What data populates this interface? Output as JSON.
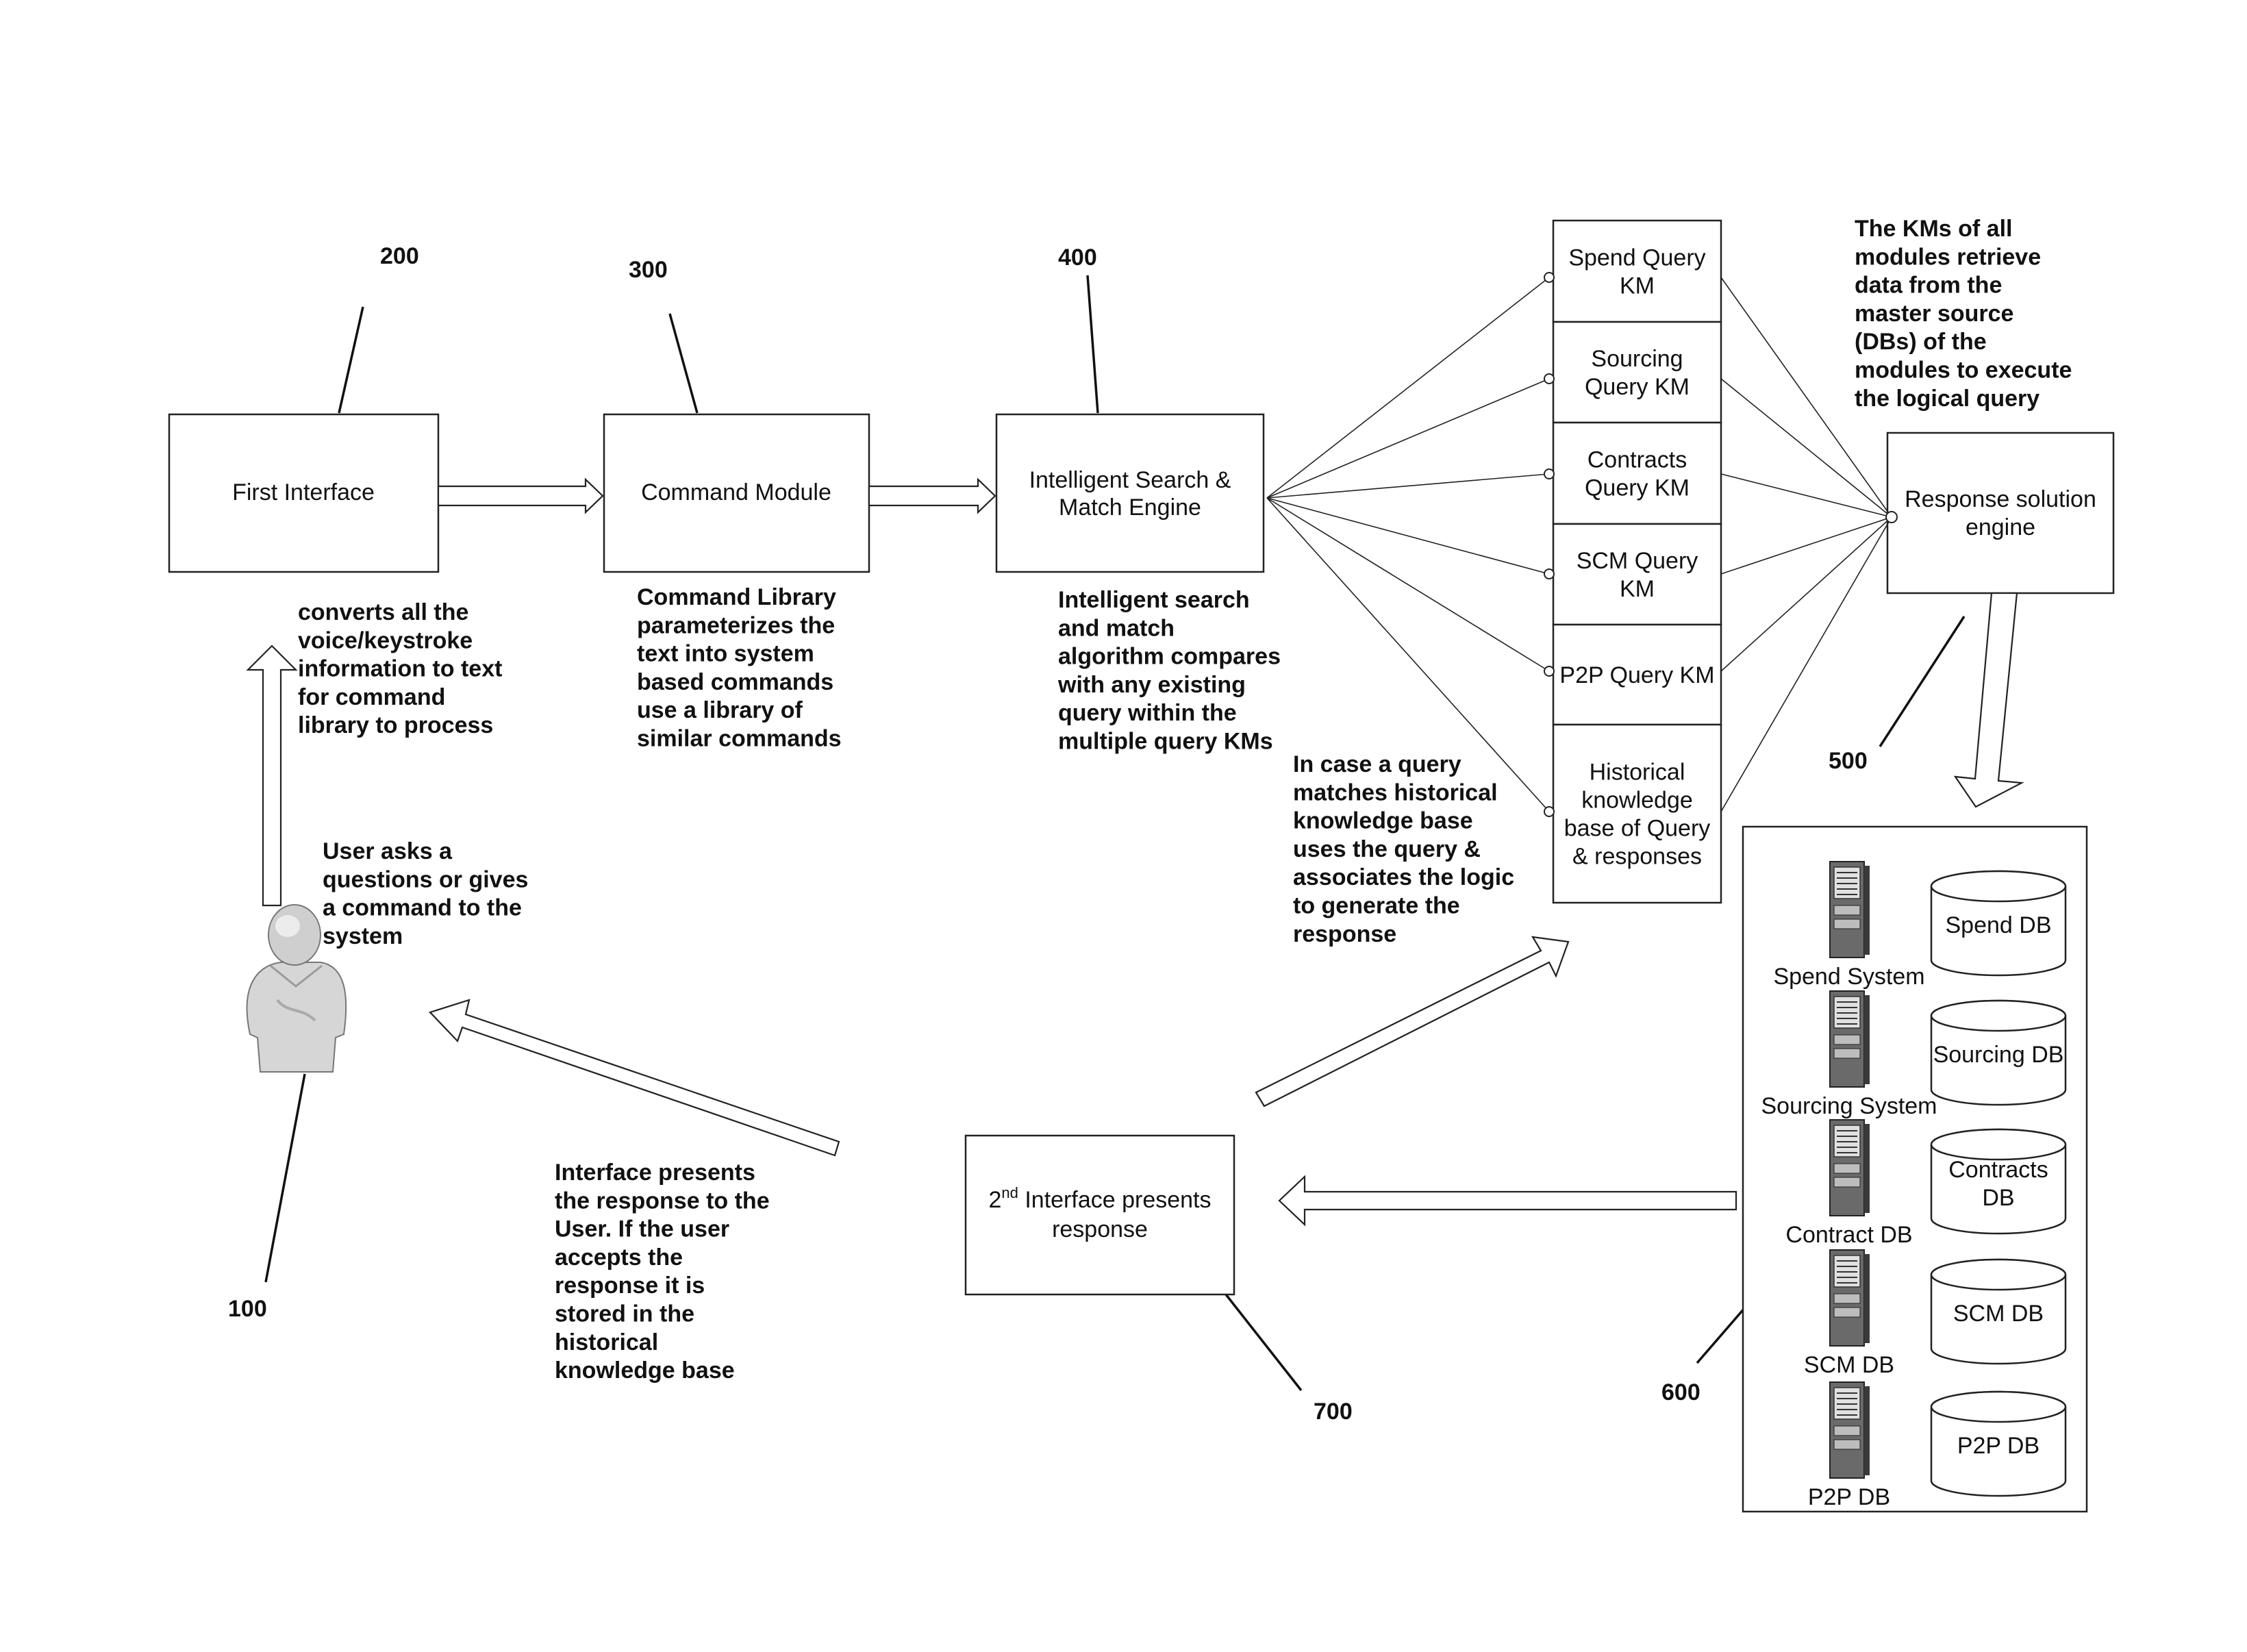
{
  "refs": {
    "r200": "200",
    "r300": "300",
    "r400": "400",
    "r500": "500",
    "r600": "600",
    "r700": "700",
    "r100": "100"
  },
  "boxes": {
    "first_interface": "First Interface",
    "command_module": "Command Module",
    "ism_line1": "Intelligent Search &",
    "ism_line2": "Match Engine",
    "response_line1": "Response solution",
    "response_line2": "engine",
    "second_sup": "nd",
    "second_line1a": "2",
    "second_line1b": " Interface presents",
    "second_line2": "response"
  },
  "km_boxes": [
    {
      "lines": [
        "Spend Query",
        "KM"
      ]
    },
    {
      "lines": [
        "Sourcing",
        "Query KM"
      ]
    },
    {
      "lines": [
        "Contracts",
        "Query KM"
      ]
    },
    {
      "lines": [
        "SCM Query",
        "KM"
      ]
    },
    {
      "lines": [
        "P2P Query KM"
      ]
    },
    {
      "lines": [
        "Historical",
        "knowledge",
        "base of Query",
        "& responses"
      ]
    }
  ],
  "notes": {
    "convert": [
      "converts all the",
      "voice/keystroke",
      "information to text",
      "for command",
      "library to process"
    ],
    "cmdlib": [
      "Command Library",
      "parameterizes the",
      "text into system",
      "based commands",
      "use a library of",
      "similar commands"
    ],
    "ism": [
      "Intelligent search",
      "and match",
      "algorithm compares",
      "with any existing",
      "query within the",
      "multiple query KMs"
    ],
    "kms": [
      "The KMs of all",
      "modules retrieve",
      "data from the",
      "master source",
      "(DBs) of the",
      "modules to execute",
      "the logical query"
    ],
    "historical": [
      "In case a query",
      "matches historical",
      "knowledge base",
      "uses the query &",
      "associates the logic",
      "to generate the",
      "response"
    ],
    "user": [
      "User asks a",
      "questions or gives",
      "a command to the",
      "system"
    ],
    "present": [
      "Interface presents",
      "the response to the",
      "User. If the user",
      "accepts the",
      "response it is",
      "stored in the",
      "historical",
      "knowledge base"
    ]
  },
  "systems": [
    {
      "server": "Spend System",
      "db": [
        "Spend DB"
      ]
    },
    {
      "server": "Sourcing System",
      "db": [
        "Sourcing DB"
      ]
    },
    {
      "server": "Contract DB",
      "db": [
        "Contracts",
        "DB"
      ]
    },
    {
      "server": "SCM DB",
      "db": [
        "SCM DB"
      ]
    },
    {
      "server": "P2P DB",
      "db": [
        "P2P DB"
      ]
    }
  ]
}
